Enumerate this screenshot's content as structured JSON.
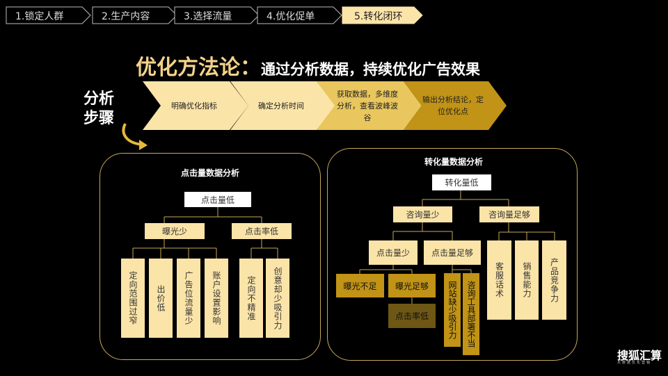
{
  "tabs": [
    "1.锁定人群",
    "2.生产内容",
    "3.选择流量",
    "4.优化促单",
    "5.转化闭环"
  ],
  "title": {
    "main": "优化方法论：",
    "sub": "通过分析数据，持续优化广告效果"
  },
  "steps_label": [
    "分析",
    "步骤"
  ],
  "steps": [
    "明确优化指标",
    "确定分析时间",
    "获取数据，多维度分析，查看波峰波谷",
    "输出分析结论，定位优化点"
  ],
  "click_panel": {
    "title": "点击量数据分析",
    "root": "点击量低",
    "mid": [
      "曝光少",
      "点击率低"
    ],
    "leaves": [
      "定向范围过窄",
      "出价低",
      "广告位流量少",
      "账户设置影响",
      "定向不精准",
      "创意却少吸引力"
    ]
  },
  "conv_panel": {
    "title": "转化量数据分析",
    "root": "转化量低",
    "mid": [
      "咨询量少",
      "咨询量足够"
    ],
    "sub": [
      "点击量少",
      "点击量足够"
    ],
    "exposure": [
      "曝光不足",
      "曝光足够"
    ],
    "ctr": "点击率低",
    "site": "网站缺少吸引力",
    "tool": "咨询工具部署不当",
    "right_leaves": [
      "客服话术",
      "销售能力",
      "产品竞争力"
    ]
  },
  "logo": {
    "text": "搜狐汇算",
    "sub": "大数据优化营销"
  },
  "colors": {
    "accent": "#c9a95a",
    "gold": "#c19316",
    "light": "#fbe4a8",
    "title": "#f3d28a"
  }
}
